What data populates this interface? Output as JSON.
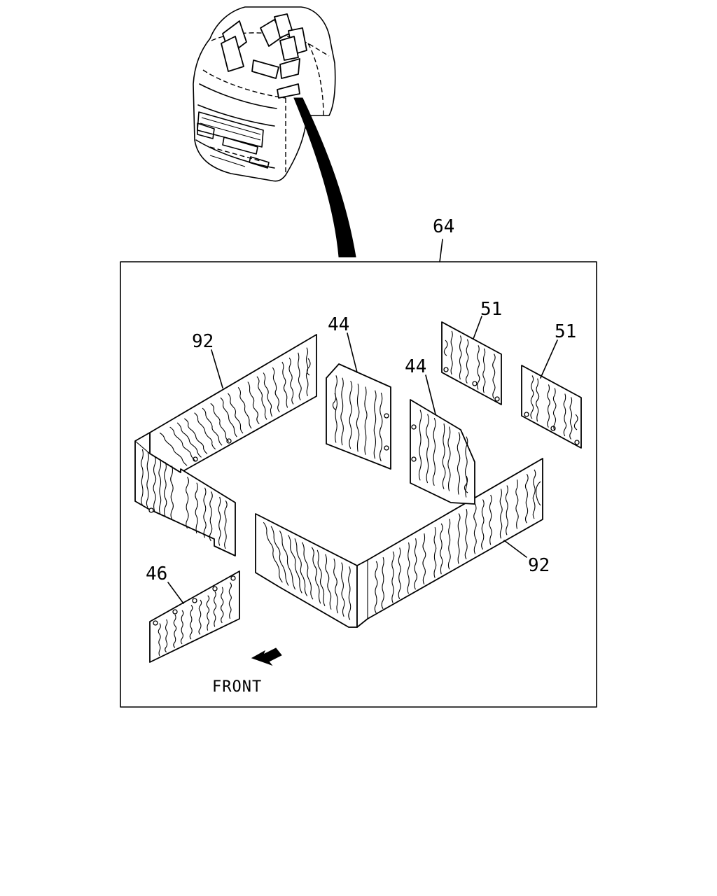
{
  "callouts": {
    "kit": "64",
    "rear_panel": "92",
    "front_panel": "92",
    "left_inner_panel": "44",
    "right_inner_panel": "44",
    "top_panel_left": "51",
    "top_panel_right": "51",
    "floor_panel": "46"
  },
  "direction": {
    "label": "FRONT",
    "icon": "arrow-icon"
  }
}
